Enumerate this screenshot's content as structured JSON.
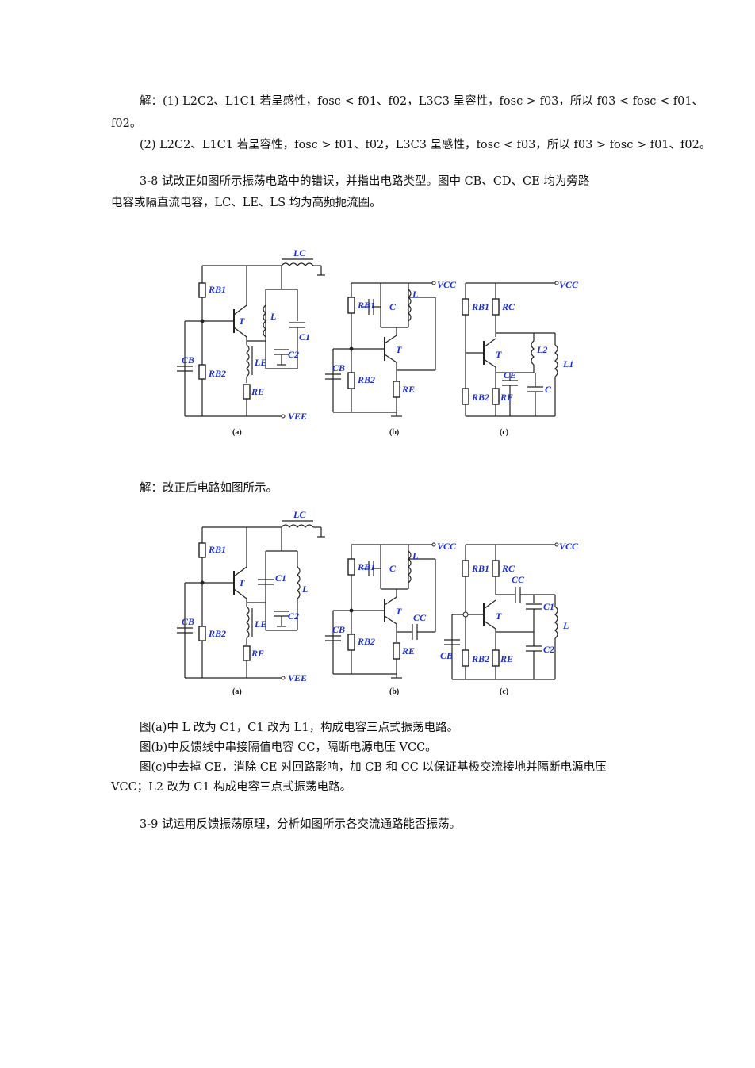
{
  "solution_1": {
    "line1": "解：(1) L2C2、L1C1 若呈感性，fosc < f01、f02，L3C3 呈容性，fosc > f03，所以 f03 < fosc < f01、",
    "line2": "f02。",
    "line3": "(2) L2C2、L1C1 若呈容性，fosc > f01、f02，L3C3 呈感性，fosc < f03，所以 f03 > fosc > f01、f02。"
  },
  "problem_3_8": {
    "line1": "3-8 试改正如图所示振荡电路中的错误，并指出电路类型。图中 CB、CD、CE 均为旁路",
    "line2": "电容或隔直流电容，LC、LE、LS 均为高频扼流圈。"
  },
  "figure_1": {
    "labels": {
      "Lc": "LC",
      "RB1": "RB1",
      "RB2": "RB2",
      "T": "T",
      "L": "L",
      "C1": "C1",
      "C2": "C2",
      "LE": "LE",
      "RE": "RE",
      "CB": "CB",
      "VEE": "VEE",
      "VCC": "VCC",
      "C": "C",
      "RC": "RC",
      "L2": "L2",
      "L1": "L1",
      "CE": "CE"
    },
    "captions": [
      "(a)",
      "(b)",
      "(c)"
    ]
  },
  "solution_2_intro": "解：改正后电路如图所示。",
  "figure_2": {
    "labels": {
      "CC": "CC"
    },
    "captions": [
      "(a)",
      "(b)",
      "(c)"
    ]
  },
  "explanations": {
    "a": "图(a)中 L 改为 C1，C1 改为 L1，构成电容三点式振荡电路。",
    "b": "图(b)中反馈线中串接隔值电容 CC，隔断电源电压 VCC。",
    "c1": "图(c)中去掉 CE，消除 CE 对回路影响，加 CB 和 CC 以保证基极交流接地并隔断电源电压",
    "c2": "VCC；L2 改为 C1 构成电容三点式振荡电路。"
  },
  "problem_3_9": "3-9 试运用反馈振荡原理，分析如图所示各交流通路能否振荡。"
}
